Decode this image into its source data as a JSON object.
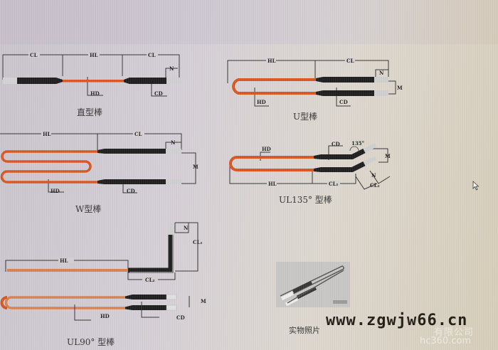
{
  "colors": {
    "hot_zone": "#d8541e",
    "cold_zone": "#1c1c1c",
    "terminal": "#c9c9c9",
    "dimension_line": "#333333",
    "background": "#d6d0d4"
  },
  "diagrams": [
    {
      "id": "straight",
      "caption": "直型棒",
      "labels": {
        "cl_left": "CL",
        "hl": "HL",
        "cl_right": "CL",
        "n": "N",
        "hd": "HD",
        "cd": "CD"
      }
    },
    {
      "id": "u",
      "caption": "U型棒",
      "labels": {
        "hl": "HL",
        "cl": "CL",
        "n": "N",
        "m": "M",
        "hd": "HD",
        "cd": "CD"
      }
    },
    {
      "id": "w",
      "caption": "W型棒",
      "labels": {
        "hl": "HL",
        "cl": "CL",
        "n": "N",
        "m": "M",
        "hd": "HD",
        "cd": "CD"
      }
    },
    {
      "id": "ul135",
      "caption": "UL135° 型棒",
      "labels": {
        "hd": "HD",
        "cd": "CD",
        "angle": "135°",
        "m": "M",
        "n": "N",
        "hl": "HL",
        "cl1": "CL₁",
        "cl2": "CL₂"
      }
    },
    {
      "id": "ul90",
      "caption": "UL90° 型棒",
      "labels": {
        "n": "N",
        "cl1": "CL₁",
        "hl": "HL",
        "cl2": "CL₂",
        "m": "M",
        "hd": "HD",
        "cd": "CD"
      }
    }
  ],
  "photo": {
    "caption": "实物照片"
  },
  "watermarks": {
    "url": "www.zgwjw66.cn",
    "company": "有限公司",
    "site": "hc360.com"
  }
}
